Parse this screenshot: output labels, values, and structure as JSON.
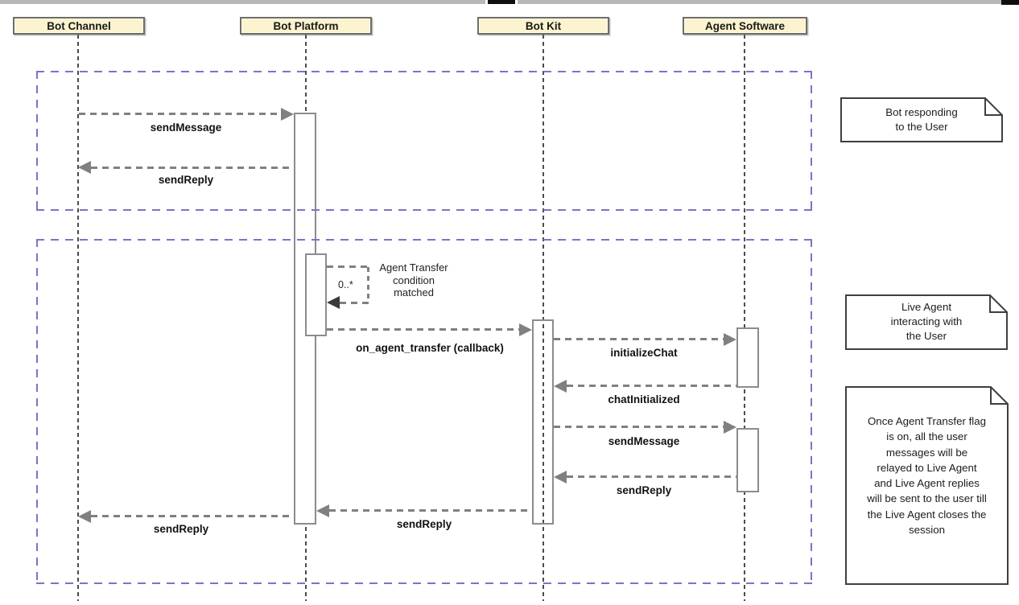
{
  "diagram_type": "uml-sequence-diagram",
  "actors": [
    {
      "label": "Bot Channel"
    },
    {
      "label": "Bot Platform"
    },
    {
      "label": "Bot Kit"
    },
    {
      "label": "Agent Software"
    }
  ],
  "messages": [
    {
      "label": "sendMessage",
      "from": "Bot Channel",
      "to": "Bot Platform"
    },
    {
      "label": "sendReply",
      "from": "Bot Platform",
      "to": "Bot Channel"
    },
    {
      "label": "on_agent_transfer (callback)",
      "from": "Bot Platform",
      "to": "Bot Kit"
    },
    {
      "label": "initializeChat",
      "from": "Bot Kit",
      "to": "Agent Software"
    },
    {
      "label": "chatInitialized",
      "from": "Agent Software",
      "to": "Bot Kit"
    },
    {
      "label": "sendMessage",
      "from": "Bot Kit",
      "to": "Agent Software"
    },
    {
      "label": "sendReply",
      "from": "Agent Software",
      "to": "Bot Kit"
    },
    {
      "label": "sendReply",
      "from": "Bot Kit",
      "to": "Bot Platform"
    },
    {
      "label": "sendReply",
      "from": "Bot Platform",
      "to": "Bot Channel"
    }
  ],
  "self_message": {
    "multiplicity": "0..*",
    "lines": [
      "Agent Transfer",
      "condition",
      "matched"
    ]
  },
  "notes": [
    {
      "lines": [
        "Bot responding",
        "to the User"
      ]
    },
    {
      "lines": [
        "Live Agent",
        "interacting with",
        "the User"
      ]
    },
    {
      "lines": [
        "Once Agent Transfer flag",
        "is on, all the user",
        "messages will be",
        "relayed to Live Agent",
        "and Live Agent replies",
        "will be sent to the user till",
        "the Live Agent closes the",
        "session"
      ]
    }
  ],
  "colors": {
    "frame": "#7d72c8",
    "lifeline": "#4c4c4c",
    "message": "#808080",
    "actor_fill": "#fcf3cf",
    "actor_border": "#6e6e66",
    "activation_border": "#8c8c8c",
    "note_border": "#3f3f3f",
    "topbar_gray": "#bab8b6",
    "topbar_dark": "#0e0e12",
    "self_arrow": "#3a3a3a",
    "label_text": "#111111"
  }
}
